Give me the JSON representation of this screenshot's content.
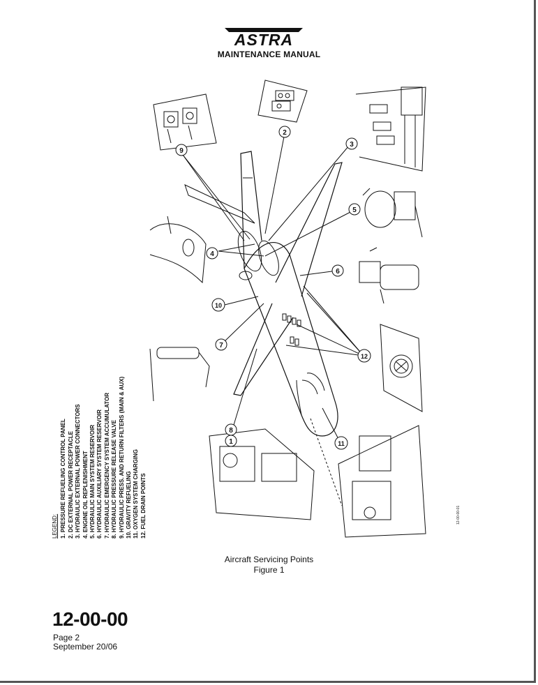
{
  "header": {
    "logo_text": "ASTRA",
    "manual_title": "MAINTENANCE MANUAL"
  },
  "legend": {
    "heading": "LEGEND:",
    "items": [
      "1.  PRESSURE REFUELING CONTROL PANEL",
      "2.  DC EXTERNAL POWER RECEPTACLE",
      "3.  HYDRAULIC EXTERNAL POWER CONNECTORS",
      "4.  ENGINE OIL REPLENISHMENT",
      "5.  HYDRAULIC MAIN SYSTEM RESERVOIR",
      "6.  HYDRAULIC AUXILIARY SYSTEM RESERVOIR",
      "7.  HYDRAULIC EMERGENCY SYSTEM ACCUMULATOR",
      "8.  HYDRAULIC PRESSURE RELEASE VALVE",
      "9.  HYDRAULIC PRESS. AND RETURN FILTERS (MAIN & AUX)",
      "10. GRAVITY REFUELING",
      "11. OXYGEN SYSTEM CHARGING",
      "12. FUEL DRAIN POINTS"
    ]
  },
  "figure": {
    "code": "12-00-00-01",
    "callouts": [
      "1",
      "2",
      "3",
      "4",
      "5",
      "6",
      "7",
      "8",
      "9",
      "10",
      "11",
      "12"
    ],
    "caption_line1": "Aircraft Servicing Points",
    "caption_line2": "Figure 1"
  },
  "footer": {
    "section": "12-00-00",
    "page": "Page 2",
    "date": "September  20/06"
  }
}
